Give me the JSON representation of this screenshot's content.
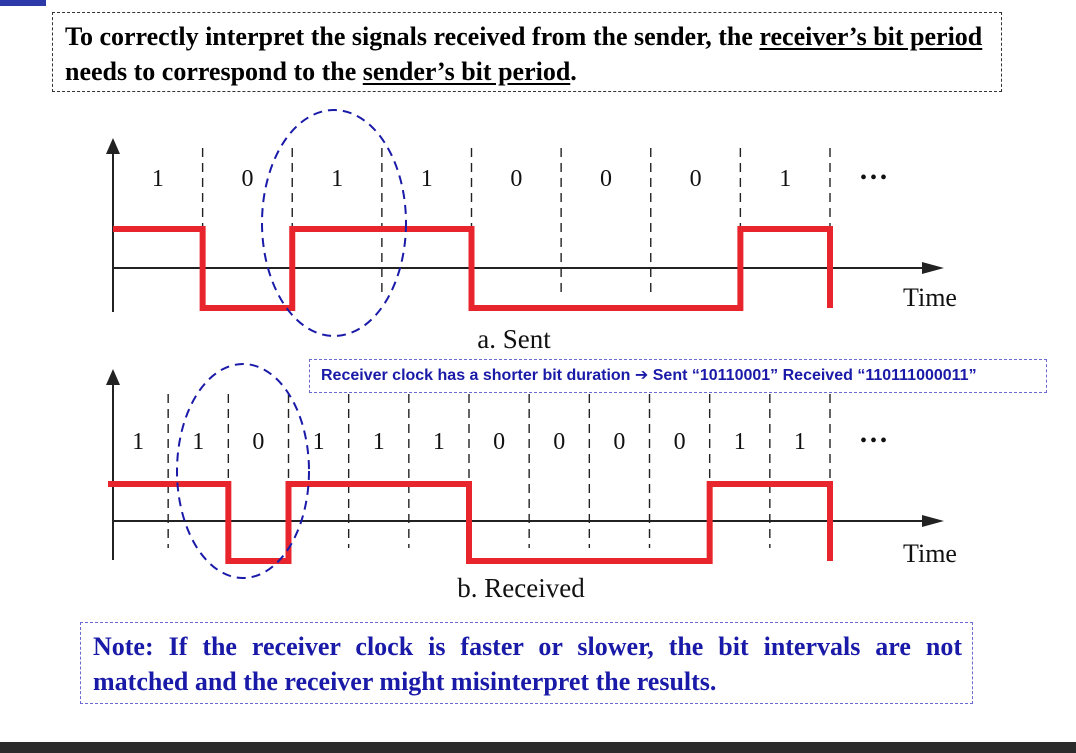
{
  "heading": {
    "part1": "To correctly interpret the signals received from the sender, the ",
    "underline1": "receiver’s bit period",
    "part2": " needs to correspond to the ",
    "underline2": "sender’s bit period",
    "part3": "."
  },
  "sent": {
    "bits": [
      "1",
      "0",
      "1",
      "1",
      "0",
      "0",
      "0",
      "1"
    ],
    "ellipsis": "•••",
    "time_label": "Time",
    "caption": "a. Sent"
  },
  "received": {
    "bits": [
      "1",
      "1",
      "0",
      "1",
      "1",
      "1",
      "0",
      "0",
      "0",
      "0",
      "1",
      "1"
    ],
    "ellipsis": "•••",
    "time_label": "Time",
    "caption": "b. Received"
  },
  "callout": {
    "text": "Receiver clock has a shorter bit duration",
    "arrow": "➔",
    "sent_text": " Sent “10110001” Received “110111000011”"
  },
  "note": {
    "line1": "Note: If the receiver clock is faster or slower, the bit intervals are not",
    "line2": "matched and the receiver might misinterpret the results."
  },
  "colors": {
    "signal": "#e8242c",
    "highlight": "#1a1aa8",
    "axis": "#222222"
  }
}
